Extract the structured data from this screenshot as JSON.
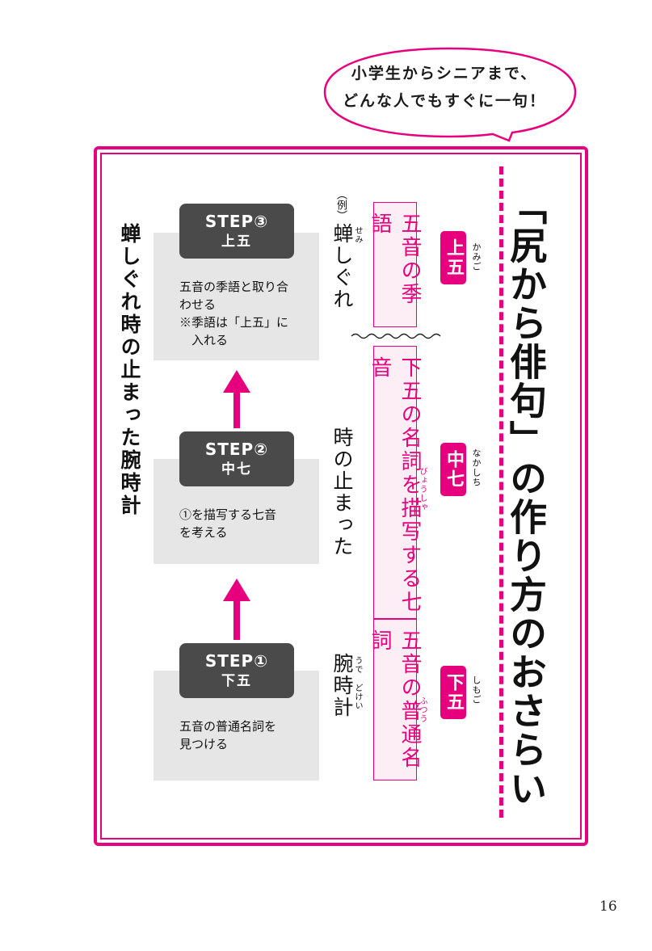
{
  "bubble": {
    "line1": "小学生からシニアまで、",
    "line2": "どんな人でもすぐに一句！"
  },
  "title": "「尻から俳句」の作り方のおさらい",
  "sections": {
    "kamigo": {
      "label": "上五",
      "ruby": "かみご",
      "box": "五音の季語"
    },
    "nakashichi": {
      "label": "中七",
      "ruby": "なかしち",
      "box": "下五の名詞を描写する七音",
      "box_ruby": "びょうしゃ"
    },
    "shimogo": {
      "label": "下五",
      "ruby": "しもご",
      "box": "五音の普通名詞",
      "box_ruby": "ふつう"
    }
  },
  "example": {
    "label": "（例）",
    "line1": "蝉しぐれ",
    "line1_ruby": "せみ",
    "line2": "時の止まった",
    "line3": "腕時計",
    "line3_ruby1": "うで",
    "line3_ruby2": "どけい"
  },
  "steps": [
    {
      "title": "STEP③",
      "sub": "上五",
      "desc": [
        "五音の季語と取り合",
        "わせる",
        "※季語は「上五」に",
        "　入れる"
      ]
    },
    {
      "title": "STEP②",
      "sub": "中七",
      "desc": [
        "①を描写する七音",
        "を考える"
      ]
    },
    {
      "title": "STEP①",
      "sub": "下五",
      "desc": [
        "五音の普通名詞を",
        "見つける"
      ]
    }
  ],
  "haiku": "蝉しぐれ時の止まった腕時計",
  "page_number": "16",
  "colors": {
    "accent": "#e6007e",
    "step_bg": "#4a4a4a",
    "desc_bg": "#e6e6e6",
    "pink_box_bg": "#fdeef5"
  }
}
